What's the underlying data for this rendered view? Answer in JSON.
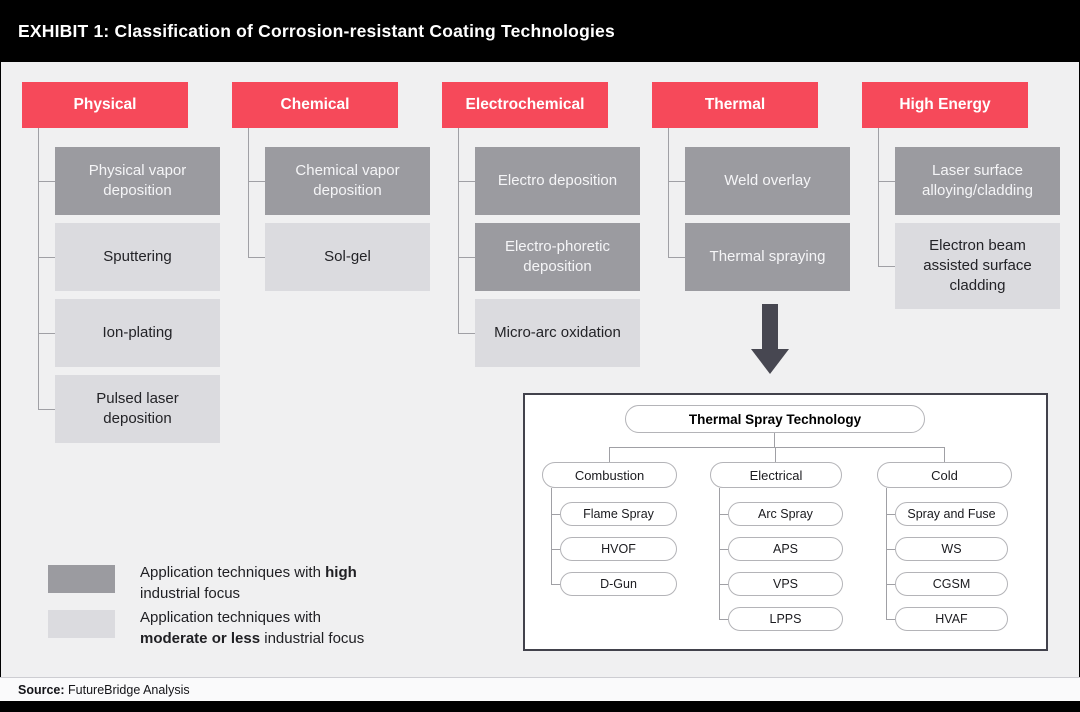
{
  "header": {
    "title": "EXHIBIT 1: Classification of Corrosion-resistant Coating Technologies"
  },
  "colors": {
    "accent_red": "#f6495a",
    "dark_gray": "#9b9ba0",
    "light_gray": "#dbdbdf",
    "arrow": "#474751",
    "background": "#f0f0f1",
    "bar": "#000000",
    "connector": "#a0a0a5"
  },
  "columns": [
    {
      "label": "Physical",
      "children": [
        {
          "label": "Physical vapor deposition",
          "focus": "high"
        },
        {
          "label": "Sputtering",
          "focus": "moderate"
        },
        {
          "label": "Ion-plating",
          "focus": "moderate"
        },
        {
          "label": "Pulsed laser deposition",
          "focus": "moderate"
        }
      ]
    },
    {
      "label": "Chemical",
      "children": [
        {
          "label": "Chemical vapor deposition",
          "focus": "high"
        },
        {
          "label": "Sol-gel",
          "focus": "moderate"
        }
      ]
    },
    {
      "label": "Electrochemical",
      "children": [
        {
          "label": "Electro deposition",
          "focus": "high"
        },
        {
          "label": "Electro-phoretic deposition",
          "focus": "high"
        },
        {
          "label": "Micro-arc oxidation",
          "focus": "moderate"
        }
      ]
    },
    {
      "label": "Thermal",
      "children": [
        {
          "label": "Weld overlay",
          "focus": "high"
        },
        {
          "label": "Thermal spraying",
          "focus": "high"
        }
      ]
    },
    {
      "label": "High Energy",
      "children": [
        {
          "label": "Laser surface alloying/cladding",
          "focus": "high"
        },
        {
          "label": "Electron beam assisted surface cladding",
          "focus": "moderate"
        }
      ]
    }
  ],
  "thermal_spray": {
    "root": "Thermal Spray Technology",
    "groups": [
      {
        "label": "Combustion",
        "children": [
          "Flame Spray",
          "HVOF",
          "D-Gun"
        ]
      },
      {
        "label": "Electrical",
        "children": [
          "Arc Spray",
          "APS",
          "VPS",
          "LPPS"
        ]
      },
      {
        "label": "Cold",
        "children": [
          "Spray and Fuse",
          "WS",
          "CGSM",
          "HVAF"
        ]
      }
    ]
  },
  "legend": {
    "items": [
      {
        "level": "high",
        "pre": "Application techniques with ",
        "bold": "high",
        "post": " industrial focus"
      },
      {
        "level": "moderate",
        "pre": "Application techniques with ",
        "bold": "moderate or less",
        "post": " industrial focus"
      }
    ]
  },
  "source": {
    "label": "Source:",
    "text": " FutureBridge Analysis"
  }
}
